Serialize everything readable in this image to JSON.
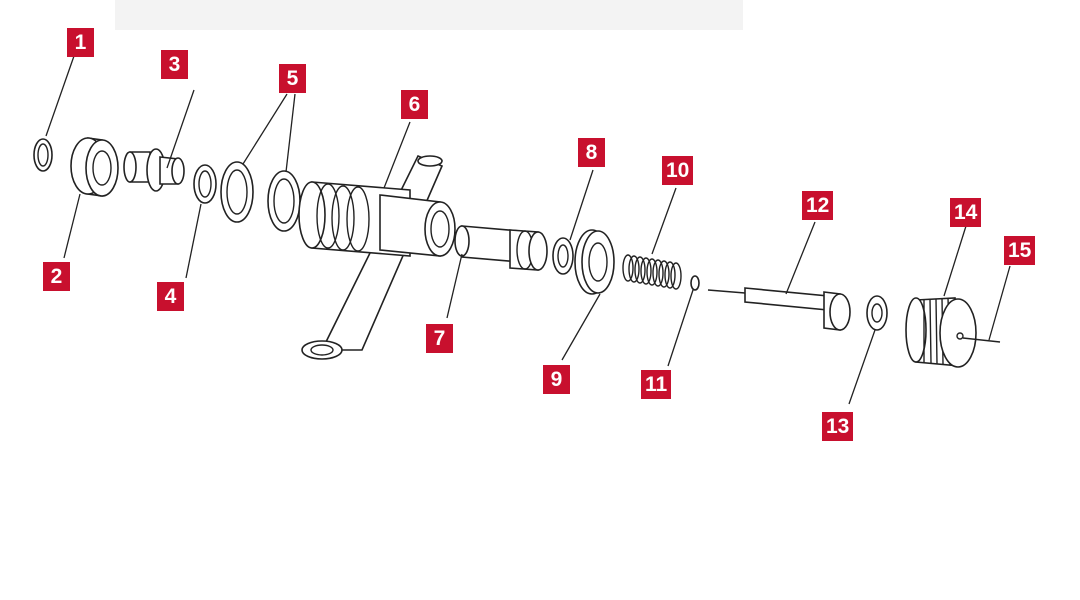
{
  "diagram": {
    "callouts": [
      "1",
      "2",
      "3",
      "4",
      "5",
      "6",
      "7",
      "8",
      "9",
      "10",
      "11",
      "12",
      "13",
      "14",
      "15"
    ],
    "callout_color": "#c8102e",
    "line_color": "#222222"
  }
}
